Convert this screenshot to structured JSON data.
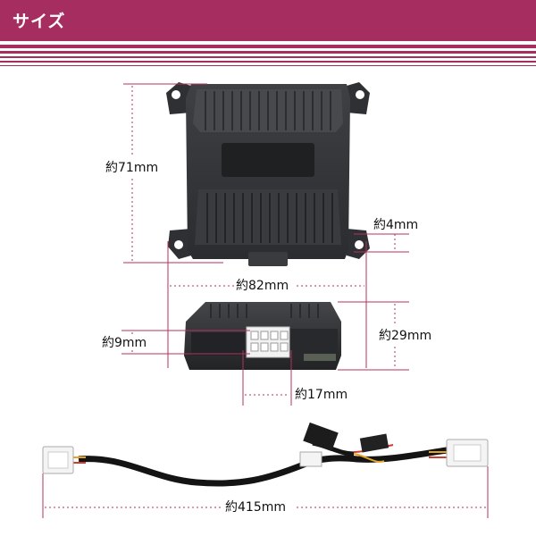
{
  "header": {
    "title": "サイズ",
    "color": "#a62d5f"
  },
  "dimensions": {
    "height": "約71mm",
    "depth_small": "約4mm",
    "width": "約82mm",
    "thickness": "約29mm",
    "connector_offset": "約9mm",
    "connector_width": "約17mm",
    "cable_length": "約415mm"
  },
  "colors": {
    "accent": "#a62d5f",
    "guide_line": "#b0335f"
  }
}
